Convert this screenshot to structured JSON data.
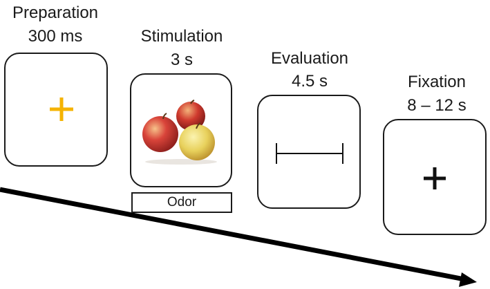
{
  "stages": [
    {
      "name": "Preparation",
      "duration": "300 ms",
      "content": "cross",
      "color": "#F5B300"
    },
    {
      "name": "Stimulation",
      "duration": "3 s",
      "content": "apples",
      "cue_label": "Odor"
    },
    {
      "name": "Evaluation",
      "duration": "4.5 s",
      "content": "rating-scale"
    },
    {
      "name": "Fixation",
      "duration": "8 – 12 s",
      "content": "cross",
      "color": "#111111"
    }
  ],
  "timeline": {
    "arrow_color": "#000000"
  }
}
